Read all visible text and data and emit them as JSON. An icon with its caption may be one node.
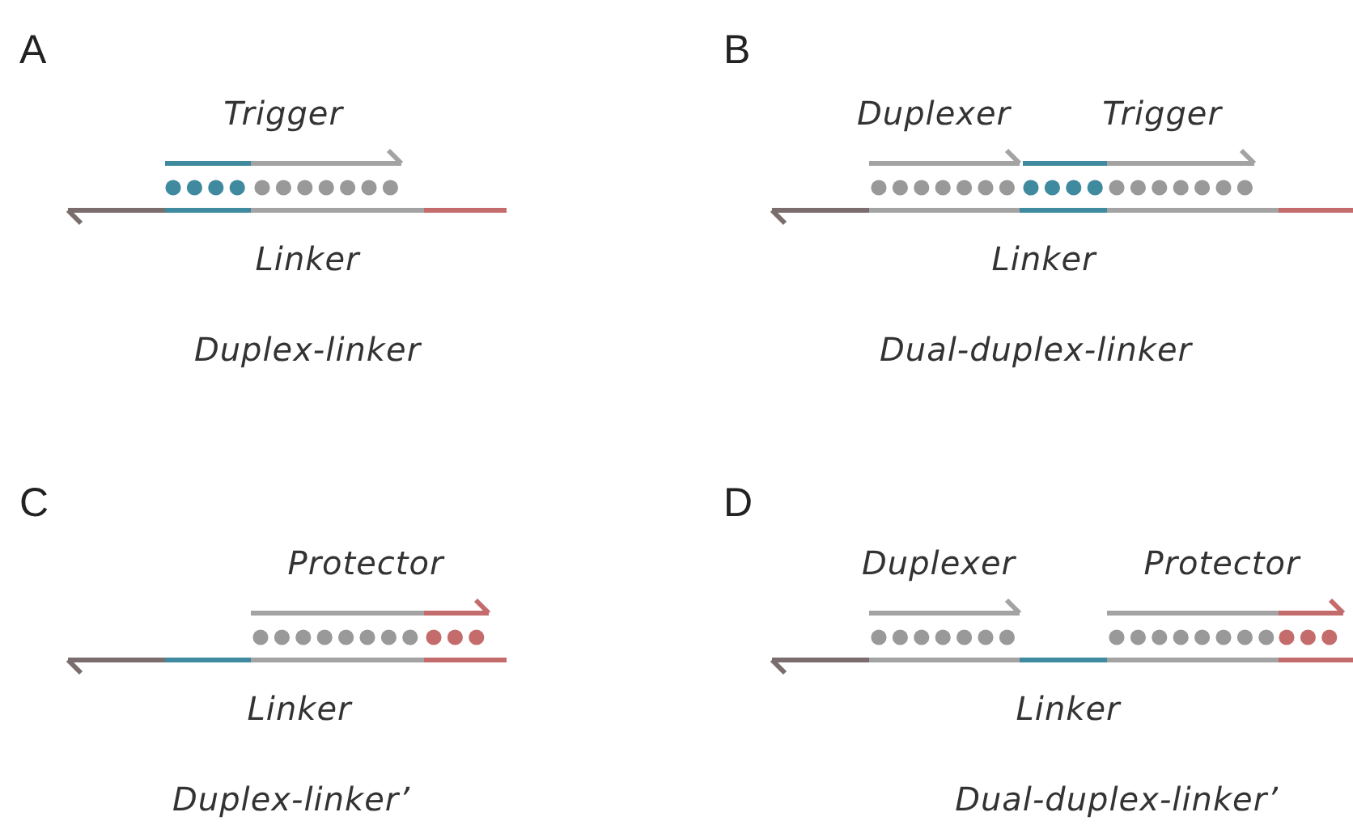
{
  "diagram": {
    "labels": [
      "A",
      "Trigger",
      "Linker",
      "Duplex-linker",
      "B",
      "Duplexer",
      "Trigger",
      "Linker",
      "Dual-duplex-linker",
      "C",
      "Protector",
      "Linker",
      "Duplex-linker’",
      "D",
      "Duplexer",
      "Protector",
      "Linker",
      "Dual-duplex-linker’"
    ]
  }
}
